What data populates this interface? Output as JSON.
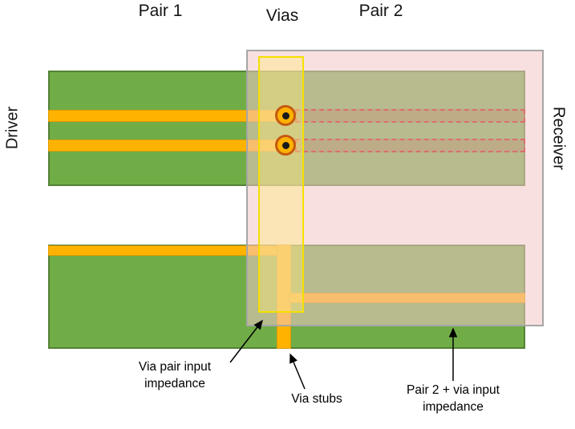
{
  "labels": {
    "pair1": "Pair 1",
    "vias": "Vias",
    "pair2": "Pair 2",
    "driver": "Driver",
    "receiver": "Receiver"
  },
  "annotations": {
    "via_pair_input_impedance": "Via pair input impedance",
    "via_stubs": "Via stubs",
    "pair2_plus_via_input_impedance": "Pair 2 + via input impedance"
  },
  "colors": {
    "background": "#FFFFFF",
    "board_green": "#70AD47",
    "board_green_border": "#548235",
    "trace_orange": "#FFB300",
    "trace_orange_border": "#DE9A00",
    "via_pad": "#FFB300",
    "via_ring": "#C55A11",
    "via_center": "#1A1A1A",
    "dashed_trace_red": "#C00000",
    "dashed_trace_fill": "rgba(192,0,0,0.18)",
    "pink_overlay_fill": "rgba(242,199,199,0.55)",
    "pink_overlay_border": "#A6A6A6",
    "yellow_overlay_fill": "rgba(255,235,120,0.40)",
    "yellow_overlay_border": "#F5E000",
    "annotation_text": "#000000",
    "arrow_color": "#000000"
  }
}
